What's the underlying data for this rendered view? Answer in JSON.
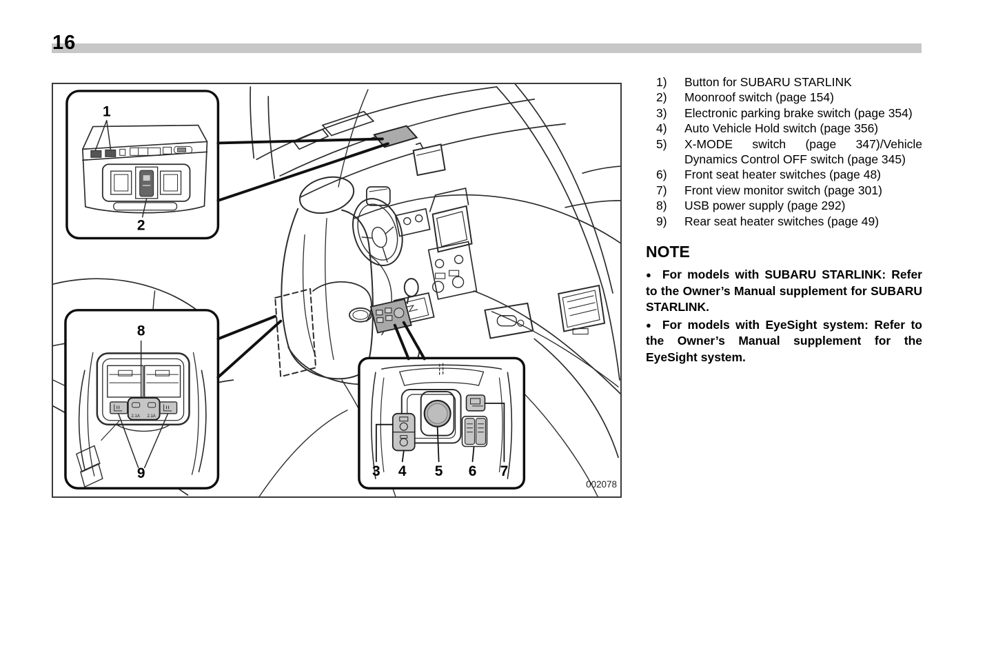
{
  "page": {
    "number": "16"
  },
  "legend": {
    "items": [
      {
        "num": "1)",
        "text": "Button for SUBARU STARLINK"
      },
      {
        "num": "2)",
        "text": "Moonroof switch (page 154)"
      },
      {
        "num": "3)",
        "text": "Electronic parking brake switch (page 354)"
      },
      {
        "num": "4)",
        "text": "Auto Vehicle Hold switch (page 356)"
      },
      {
        "num": "5)",
        "text": "X-MODE switch (page 347)/Vehicle Dynamics Control OFF switch (page 345)"
      },
      {
        "num": "6)",
        "text": "Front seat heater switches (page 48)"
      },
      {
        "num": "7)",
        "text": "Front view monitor switch (page 301)"
      },
      {
        "num": "8)",
        "text": "USB power supply (page 292)"
      },
      {
        "num": "9)",
        "text": "Rear seat heater switches (page 49)"
      }
    ]
  },
  "note": {
    "title": "NOTE",
    "bullet": "●",
    "bullets": [
      "For models with SUBARU STARLINK: Refer to the Owner’s Manual supplement for SUBARU STARLINK.",
      "For models with EyeSight system: Refer to the Owner’s Manual supplement for the EyeSight system."
    ]
  },
  "diagram": {
    "figure_code": "002078",
    "callouts": [
      "1",
      "2",
      "3",
      "4",
      "5",
      "6",
      "7",
      "8",
      "9"
    ],
    "usb_labels": [
      "2.1A",
      "2.1A"
    ]
  }
}
